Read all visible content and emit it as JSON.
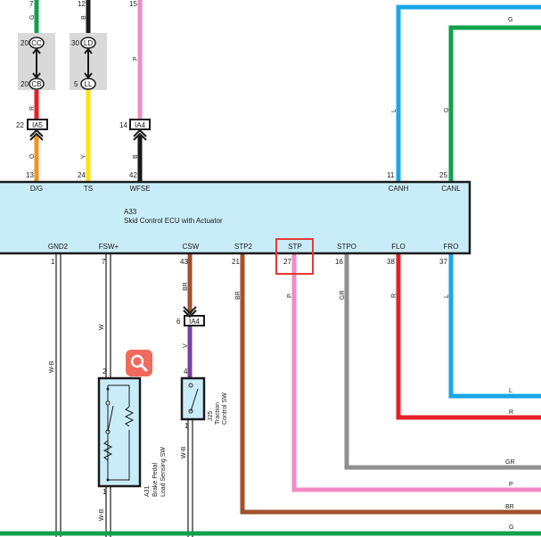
{
  "ecu": {
    "id": "A33",
    "name": "Skid Control ECU with Actuator",
    "top_terminals": [
      {
        "pin": "13",
        "name": "D/G"
      },
      {
        "pin": "24",
        "name": "TS"
      },
      {
        "pin": "42",
        "name": "WFSE"
      },
      {
        "pin": "11",
        "name": "CANH"
      },
      {
        "pin": "25",
        "name": "CANL"
      }
    ],
    "bottom_terminals": [
      {
        "pin": "1",
        "name": "GND2"
      },
      {
        "pin": "7",
        "name": "FSW+"
      },
      {
        "pin": "43",
        "name": "CSW"
      },
      {
        "pin": "21",
        "name": "STP2"
      },
      {
        "pin": "27",
        "name": "STP"
      },
      {
        "pin": "16",
        "name": "STPO"
      },
      {
        "pin": "38",
        "name": "FLO"
      },
      {
        "pin": "37",
        "name": "FRO"
      }
    ]
  },
  "wire_colors": {
    "G": "G",
    "B": "B",
    "P": "P",
    "R": "R",
    "O": "O",
    "Y": "Y",
    "L": "L",
    "WB": "W-B",
    "BR": "BR",
    "GR": "GR",
    "V": "V",
    "W": "W"
  },
  "top_pins": {
    "left_g": "7",
    "left_b": "12",
    "left_p": "15"
  },
  "junctions": [
    {
      "top_pin": "20",
      "top_label": "CC",
      "bottom_pin": "20",
      "bottom_label": "CB"
    },
    {
      "top_pin": "30",
      "top_label": "LD",
      "bottom_pin": "5",
      "bottom_label": "LL"
    }
  ],
  "connectors": {
    "ia5": {
      "pin": "22",
      "label": "IA5"
    },
    "ia4_top": {
      "pin": "14",
      "label": "IA4"
    },
    "ia4_bottom": {
      "pin": "6",
      "label": "IA4"
    }
  },
  "brake_sw": {
    "id": "A31",
    "name1": "Brake Pedal",
    "name2": "Load Sensing SW",
    "pin_top": "2",
    "pin_bottom": "1"
  },
  "traction_sw": {
    "id": "J25",
    "name1": "Traction",
    "name2": "Control SW",
    "pin_top": "4",
    "pin_bottom": "1"
  },
  "colors": {
    "green": "#0fa24a",
    "black": "#1a1a1a",
    "pink": "#f28bc4",
    "red": "#e5202a",
    "orange": "#f39320",
    "yellow": "#ffe20a",
    "blue": "#1aa7e8",
    "brown": "#a0522d",
    "gray": "#8f8f8f",
    "purple": "#7b3fa0",
    "ecu_fill": "#c9ecf9",
    "highlight": "#e53935",
    "zoom": "#f06a5e"
  },
  "icons": {
    "zoom": "magnifier-icon"
  }
}
